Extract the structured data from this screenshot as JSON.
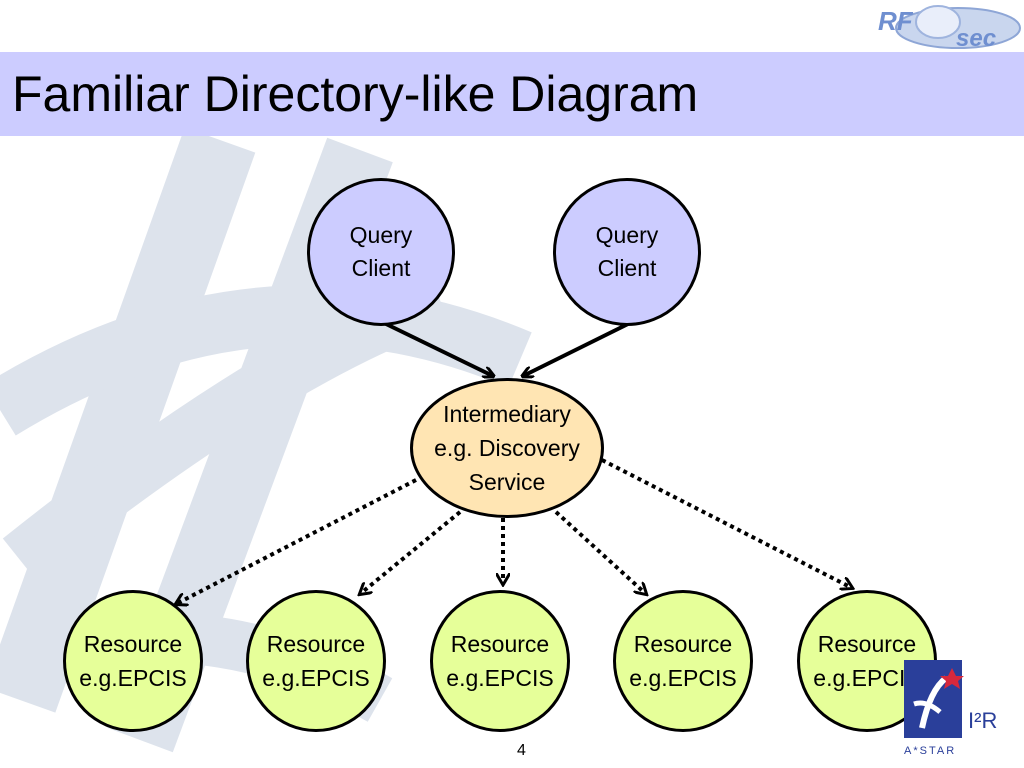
{
  "slide": {
    "title": "Familiar Directory-like Diagram",
    "page_number": "4"
  },
  "diagram": {
    "clients": [
      {
        "line1": "Query",
        "line2": "Client"
      },
      {
        "line1": "Query",
        "line2": "Client"
      }
    ],
    "intermediary": {
      "line1": "Intermediary",
      "line2": "e.g. Discovery",
      "line3": "Service"
    },
    "resources": [
      {
        "line1": "Resource",
        "line2": "e.g.EPCIS"
      },
      {
        "line1": "Resource",
        "line2": "e.g.EPCIS"
      },
      {
        "line1": "Resource",
        "line2": "e.g.EPCIS"
      },
      {
        "line1": "Resource",
        "line2": "e.g.EPCIS"
      },
      {
        "line1": "Resource",
        "line2": "e.g.EPCIS"
      }
    ]
  },
  "logos": {
    "top_text": "RFsec",
    "bottom_text": "I²R",
    "bottom_subtext": "A*STAR"
  },
  "colors": {
    "title_band": "#ccccff",
    "client_fill": "#ccccff",
    "intermediary_fill": "#ffe5b3",
    "resource_fill": "#e6ff99"
  }
}
